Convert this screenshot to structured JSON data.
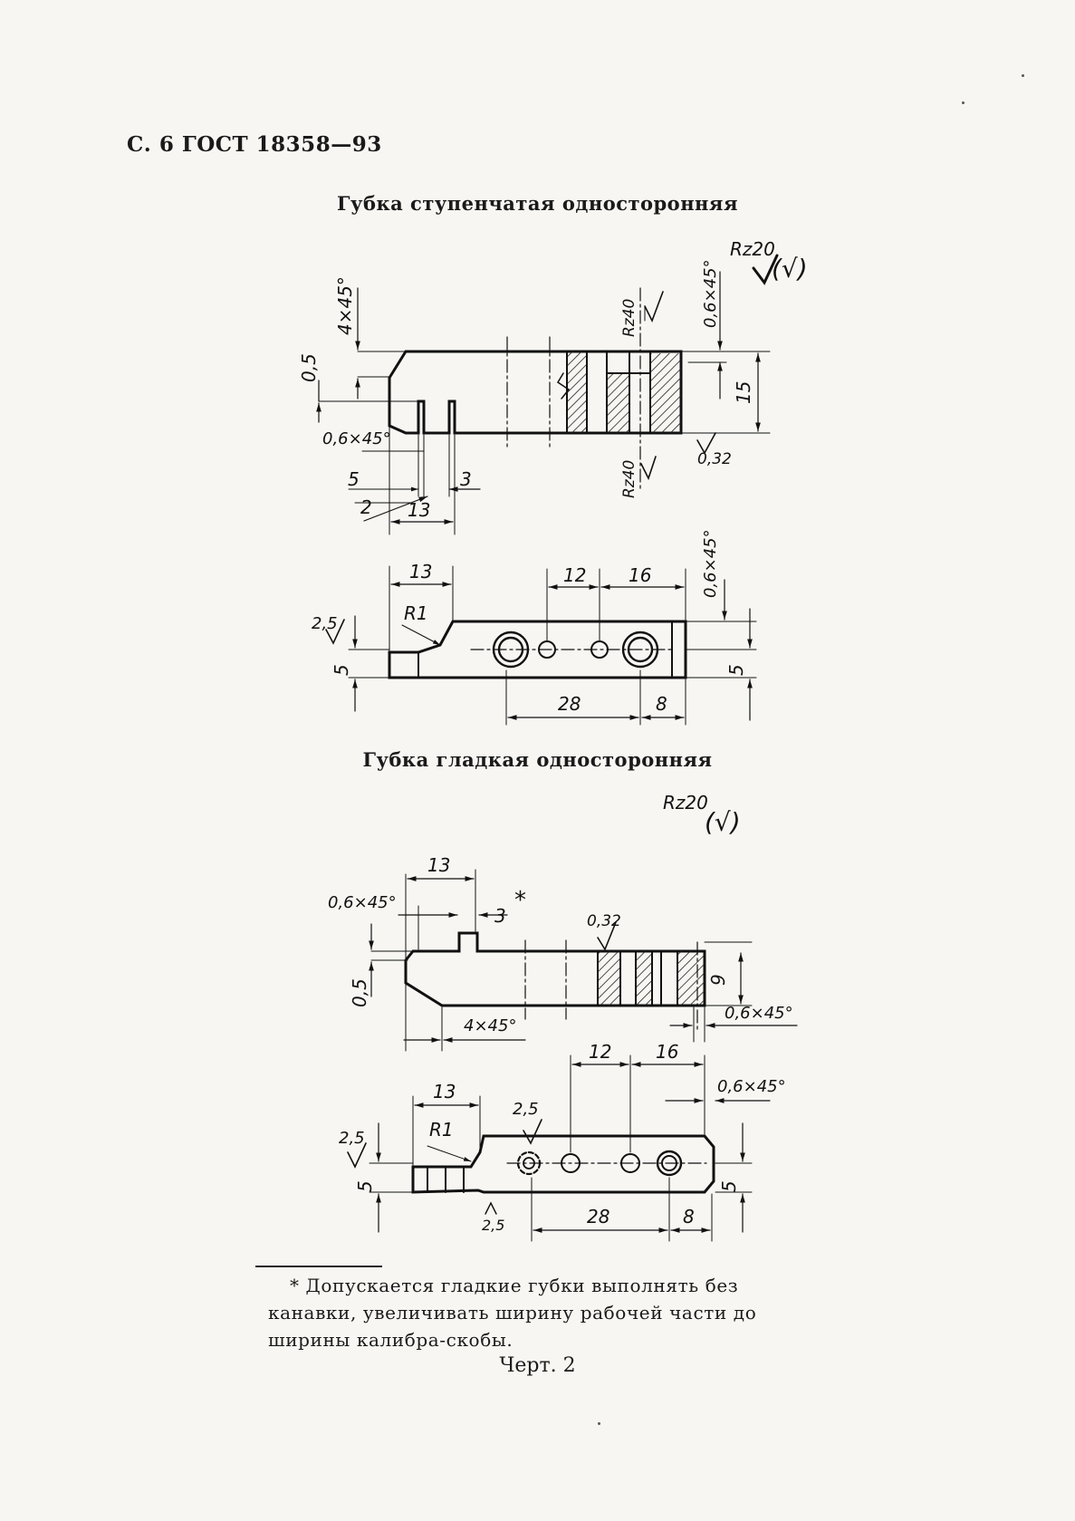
{
  "header": {
    "page_ref": "С. 6 ГОСТ 18358—93"
  },
  "section1": {
    "title": "Губка ступенчатая односторонняя",
    "roughness_general": "Rz20",
    "roughness_general_suffix": "(√)",
    "side_view": {
      "labels": [
        "4×45°",
        "0,5",
        "0,6×45°",
        "5",
        "2",
        "13",
        "3",
        "Rz40",
        "Rz40",
        "0,6×45°",
        "15",
        "0,32"
      ]
    },
    "top_view": {
      "labels": [
        "13",
        "12",
        "16",
        "0,6×45°",
        "2,5",
        "R1",
        "5",
        "5",
        "28",
        "8"
      ]
    }
  },
  "section2": {
    "title": "Губка гладкая односторонняя",
    "roughness_general": "Rz20",
    "roughness_general_suffix": "(√)",
    "side_view": {
      "labels": [
        "13",
        "0,6×45°",
        "3",
        "*",
        "0,32",
        "0,5",
        "9",
        "4×45°",
        "0,6×45°"
      ]
    },
    "top_view": {
      "labels": [
        "12",
        "16",
        "0,6×45°",
        "13",
        "2,5",
        "2,5",
        "R1",
        "5",
        "5",
        "2,5",
        "28",
        "8"
      ]
    }
  },
  "footnote": {
    "text": "* Допускается гладкие губки выполнять без канавки, увеличивать ширину рабочей части до ширины калибра-скобы."
  },
  "figure_caption": "Черт. 2"
}
